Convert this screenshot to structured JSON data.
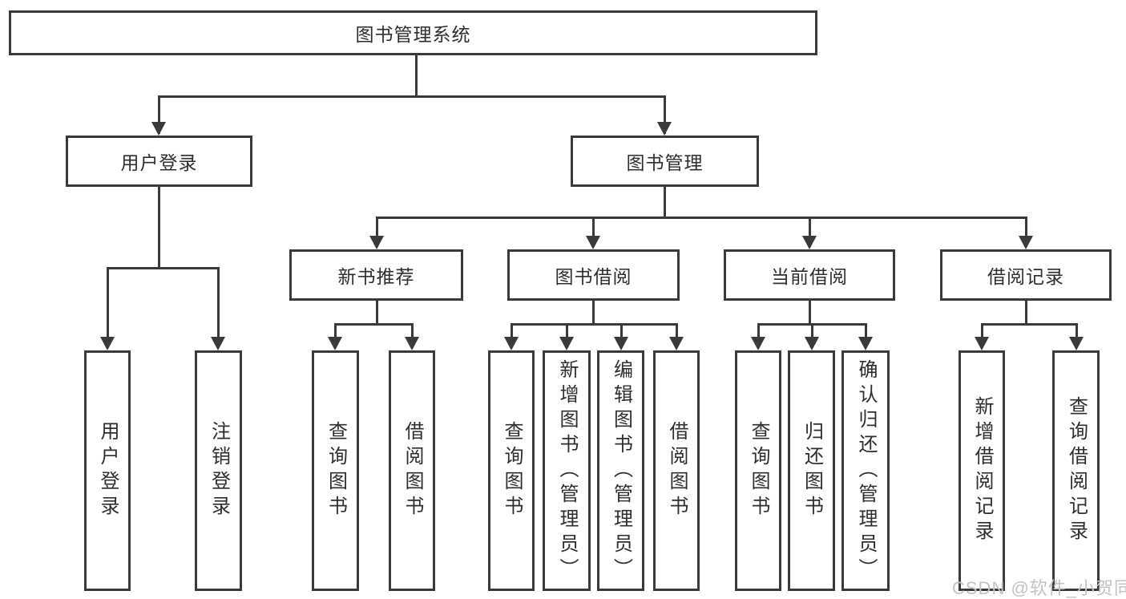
{
  "tree": {
    "label": "图书管理系统",
    "children": [
      {
        "label": "用户登录",
        "children": [
          {
            "label": "用户登录"
          },
          {
            "label": "注销登录"
          }
        ]
      },
      {
        "label": "图书管理",
        "children": [
          {
            "label": "新书推荐",
            "children": [
              {
                "label": "查询图书"
              },
              {
                "label": "借阅图书"
              }
            ]
          },
          {
            "label": "图书借阅",
            "children": [
              {
                "label": "查询图书"
              },
              {
                "label": "新增图书（管理员）"
              },
              {
                "label": "编辑图书（管理员）"
              },
              {
                "label": "借阅图书"
              }
            ]
          },
          {
            "label": "当前借阅",
            "children": [
              {
                "label": "查询图书"
              },
              {
                "label": "归还图书"
              },
              {
                "label": "确认归还（管理员）"
              }
            ]
          },
          {
            "label": "借阅记录",
            "children": [
              {
                "label": "新增借阅记录"
              },
              {
                "label": "查询借阅记录"
              }
            ]
          }
        ]
      }
    ]
  },
  "watermark": "CSDN @软件_小贺同学",
  "colors": {
    "line": "#3a3a3a",
    "box_fill": "#ffffff",
    "text": "#2e2e2e",
    "watermark": "#c3c3c3"
  }
}
